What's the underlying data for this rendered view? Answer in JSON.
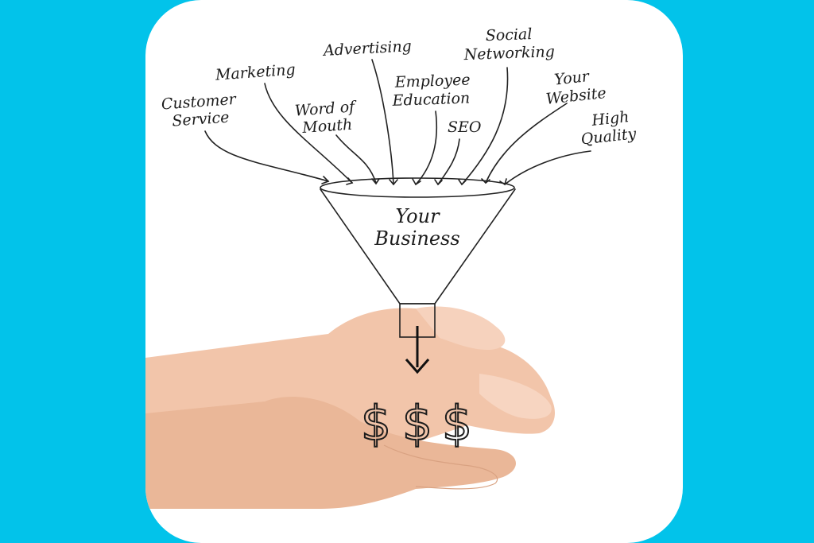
{
  "colors": {
    "background": "#02c3ea",
    "card": "#ffffff",
    "ink": "#222222",
    "skin": "#f3c8ae"
  },
  "funnel": {
    "line1": "Your",
    "line2": "Business"
  },
  "inputs": [
    {
      "key": "customer_service",
      "lines": [
        "Customer",
        "Service"
      ]
    },
    {
      "key": "marketing",
      "lines": [
        "Marketing"
      ]
    },
    {
      "key": "word_of_mouth",
      "lines": [
        "Word of",
        "Mouth"
      ]
    },
    {
      "key": "advertising",
      "lines": [
        "Advertising"
      ]
    },
    {
      "key": "employee_education",
      "lines": [
        "Employee",
        "Education"
      ]
    },
    {
      "key": "seo",
      "lines": [
        "SEO"
      ]
    },
    {
      "key": "social_networking",
      "lines": [
        "Social",
        "Networking"
      ]
    },
    {
      "key": "your_website",
      "lines": [
        "Your",
        "Website"
      ]
    },
    {
      "key": "high_quality",
      "lines": [
        "High",
        "Quality"
      ]
    }
  ],
  "output": {
    "symbols": [
      "$",
      "$",
      "$"
    ]
  },
  "icons": [
    "down-arrow-icon",
    "dollar-sign-icon",
    "open-hands-image"
  ]
}
